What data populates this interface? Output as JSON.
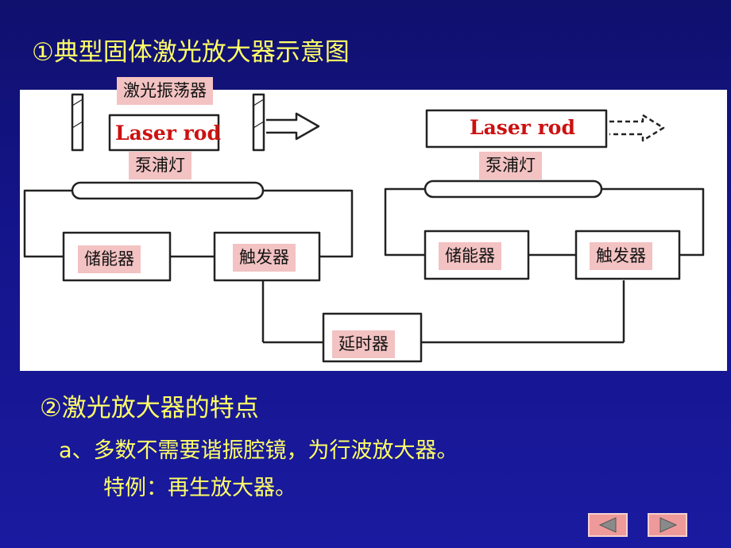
{
  "slide": {
    "title": "①典型固体激光放大器示意图",
    "features_title": "②激光放大器的特点",
    "feature_a": "a、多数不需要谐振腔镜，为行波放大器。",
    "feature_b": "特例：再生放大器。"
  },
  "diagram": {
    "oscillator_label": "激光振荡器",
    "left_rod_label": "Laser rod",
    "right_rod_label": "Laser rod",
    "left_lamp_label": "泵浦灯",
    "right_lamp_label": "泵浦灯",
    "left_storage_label": "储能器",
    "left_trigger_label": "触发器",
    "right_storage_label": "储能器",
    "right_trigger_label": "触发器",
    "delay_label": "延时器"
  },
  "colors": {
    "background": "#14148a",
    "text": "#ffff66",
    "label_fill": "#f3c2c2",
    "rod_text": "#cc1111",
    "nav_button": "#ef9a9a"
  },
  "nav": {
    "prev_icon": "triangle-left-icon",
    "next_icon": "triangle-right-icon"
  }
}
